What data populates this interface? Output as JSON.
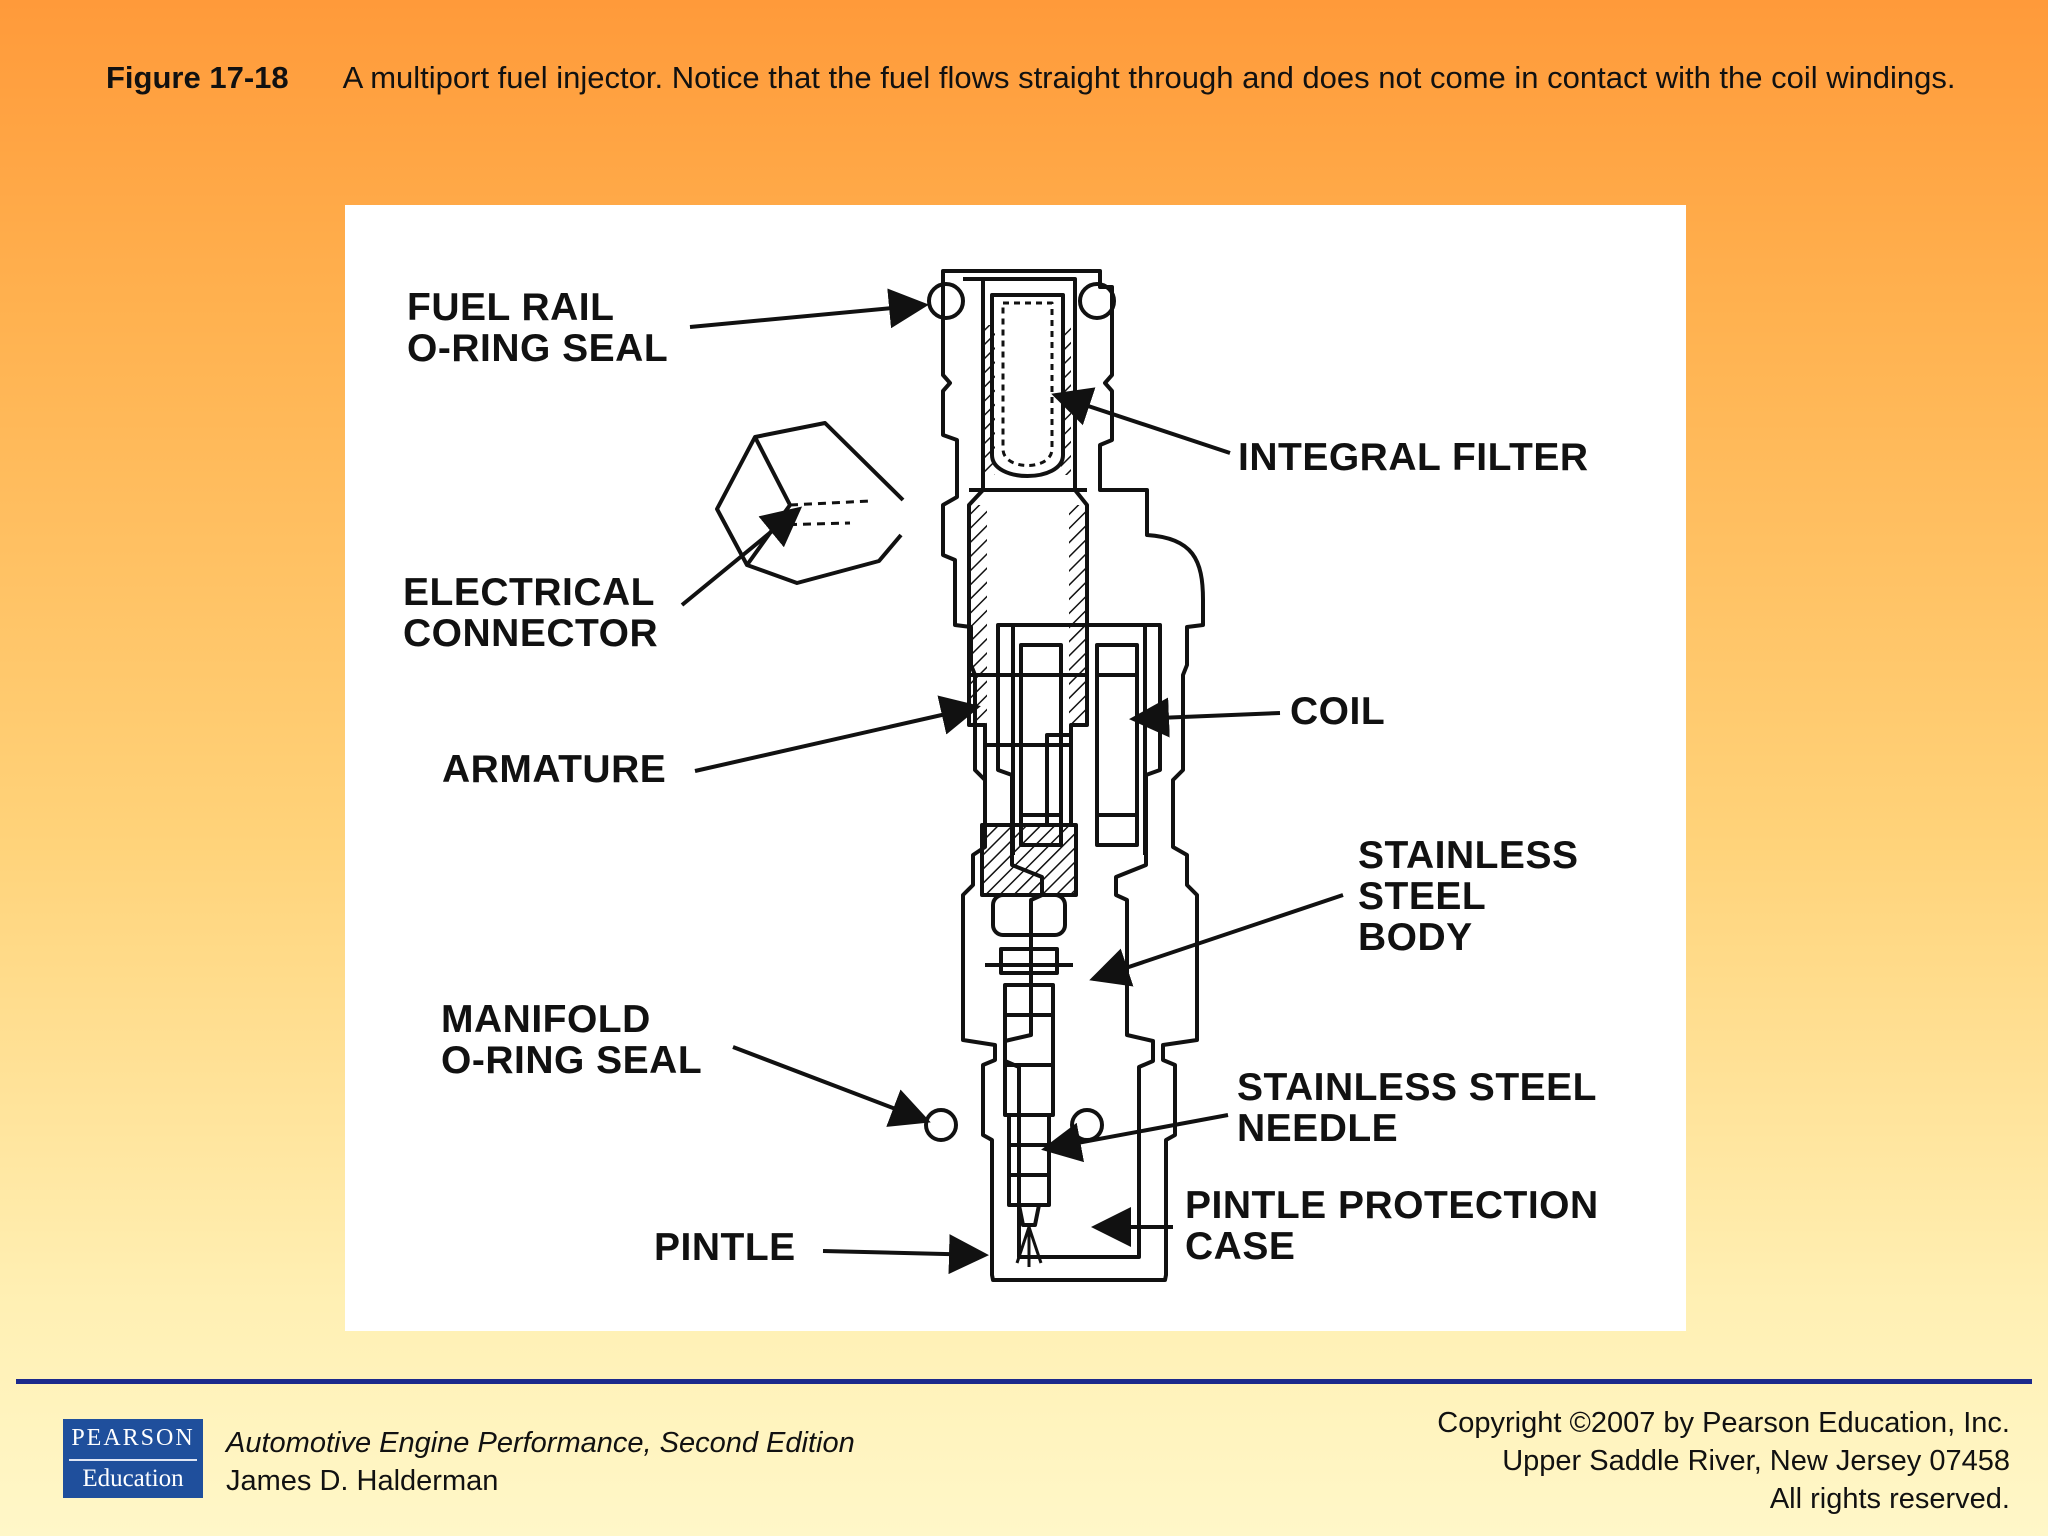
{
  "caption": {
    "figure_number": "Figure 17-18",
    "text": "A multiport fuel injector. Notice that the fuel flows straight through and does not come in contact with the coil windings."
  },
  "diagram": {
    "labels": {
      "fuel_rail_seal": [
        "FUEL RAIL",
        "O-RING SEAL"
      ],
      "integral_filter": [
        "INTEGRAL FILTER"
      ],
      "electrical_connector": [
        "ELECTRICAL",
        "CONNECTOR"
      ],
      "coil": [
        "COIL"
      ],
      "armature": [
        "ARMATURE"
      ],
      "stainless_body": [
        "STAINLESS",
        "STEEL",
        "BODY"
      ],
      "manifold_seal": [
        "MANIFOLD",
        "O-RING SEAL"
      ],
      "needle": [
        "STAINLESS STEEL",
        "NEEDLE"
      ],
      "protection_case": [
        "PINTLE PROTECTION",
        "CASE"
      ],
      "pintle": [
        "PINTLE"
      ]
    }
  },
  "footer": {
    "logo_top": "PEARSON",
    "logo_bottom": "Education",
    "book_title": "Automotive Engine Performance, Second Edition",
    "author": "James D. Halderman",
    "copyright_lines": [
      "Copyright ©2007 by Pearson Education, Inc.",
      "Upper Saddle River, New Jersey 07458",
      "All rights reserved."
    ],
    "rule_color": "#1c2a8c",
    "logo_color": "#1f4f9c"
  }
}
